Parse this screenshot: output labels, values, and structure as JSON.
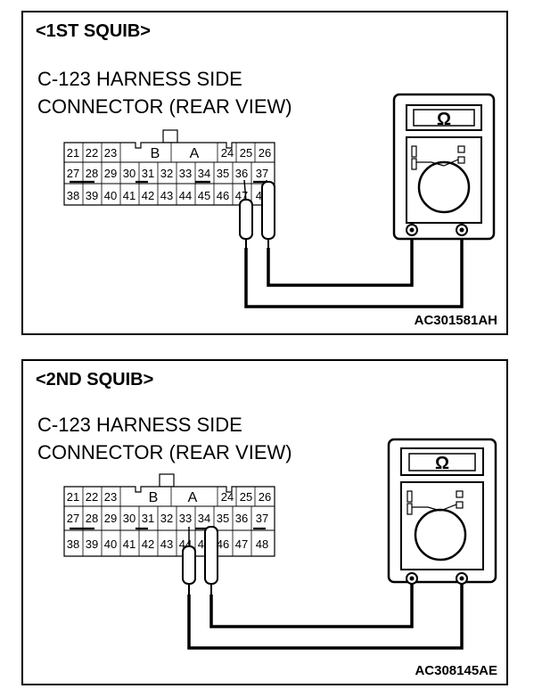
{
  "panels": [
    {
      "title": "<1ST SQUIB>",
      "subtitle_line1": "C-123 HARNESS SIDE",
      "subtitle_line2": "CONNECTOR (REAR VIEW)",
      "figure_code": "AC301581AH",
      "probed_pins": [
        "36",
        "37"
      ]
    },
    {
      "title": "<2ND SQUIB>",
      "subtitle_line1": "C-123 HARNESS SIDE",
      "subtitle_line2": "CONNECTOR (REAR VIEW)",
      "figure_code": "AC308145AE",
      "probed_pins": [
        "33",
        "34"
      ]
    }
  ],
  "connector": {
    "row1": [
      "21",
      "22",
      "23",
      "B",
      "A",
      "24",
      "25",
      "26"
    ],
    "row2": [
      "27",
      "28",
      "29",
      "30",
      "31",
      "32",
      "33",
      "34",
      "35",
      "36",
      "37"
    ],
    "row3": [
      "38",
      "39",
      "40",
      "41",
      "42",
      "43",
      "44",
      "45",
      "46",
      "47",
      "48"
    ]
  },
  "meter": {
    "display_symbol": "Ω",
    "icon": "ohmmeter-icon"
  }
}
